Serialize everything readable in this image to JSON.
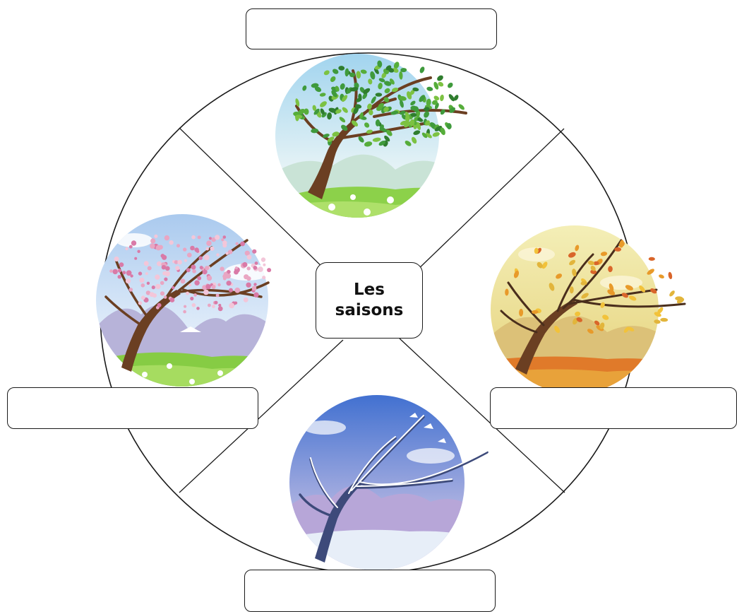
{
  "diagram": {
    "center_title_line1": "Les",
    "center_title_line2": "saisons"
  },
  "answer_boxes": {
    "top": "",
    "left": "",
    "right": "",
    "bottom": ""
  },
  "seasons": [
    {
      "id": "summer",
      "tree": "leafy-green-tree",
      "sky": "#bfe0f0",
      "ground": "#8cd14a"
    },
    {
      "id": "spring",
      "tree": "pink-blossom-tree",
      "sky": "#c9def2",
      "ground": "#86cc44"
    },
    {
      "id": "autumn",
      "tree": "orange-leaf-tree",
      "sky": "#f1e9a2",
      "ground": "#e07a2a"
    },
    {
      "id": "winter",
      "tree": "snowy-bare-tree",
      "sky": "#5e7ed1",
      "ground": "#e7eef8"
    }
  ],
  "colors": {
    "outline": "#1a1a1a",
    "trunk": "#6b3f22",
    "summer_leaf": "#3f9a3c",
    "spring_blossom": "#e9a6c3",
    "autumn_leaf": "#e89a2a",
    "snow": "#ffffff"
  }
}
